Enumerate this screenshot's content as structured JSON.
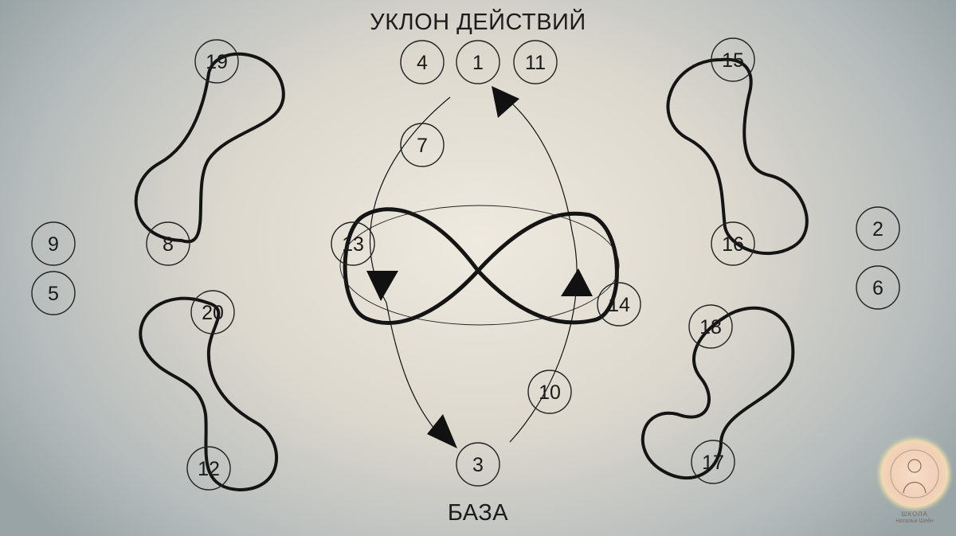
{
  "title": "УКЛОН ДЕЙСТВИЙ",
  "base_label": "БАЗА",
  "nodes": [
    "4",
    "1",
    "11",
    "7",
    "13",
    "14",
    "10",
    "3",
    "19",
    "8",
    "9",
    "5",
    "20",
    "12",
    "15",
    "16",
    "2",
    "6",
    "18",
    "17"
  ],
  "logo": {
    "line1": "ШКОЛА",
    "line2": "Натальи Шейн"
  },
  "colors": {
    "stroke": "#141414",
    "logo_bg": "#f0cfb6"
  }
}
